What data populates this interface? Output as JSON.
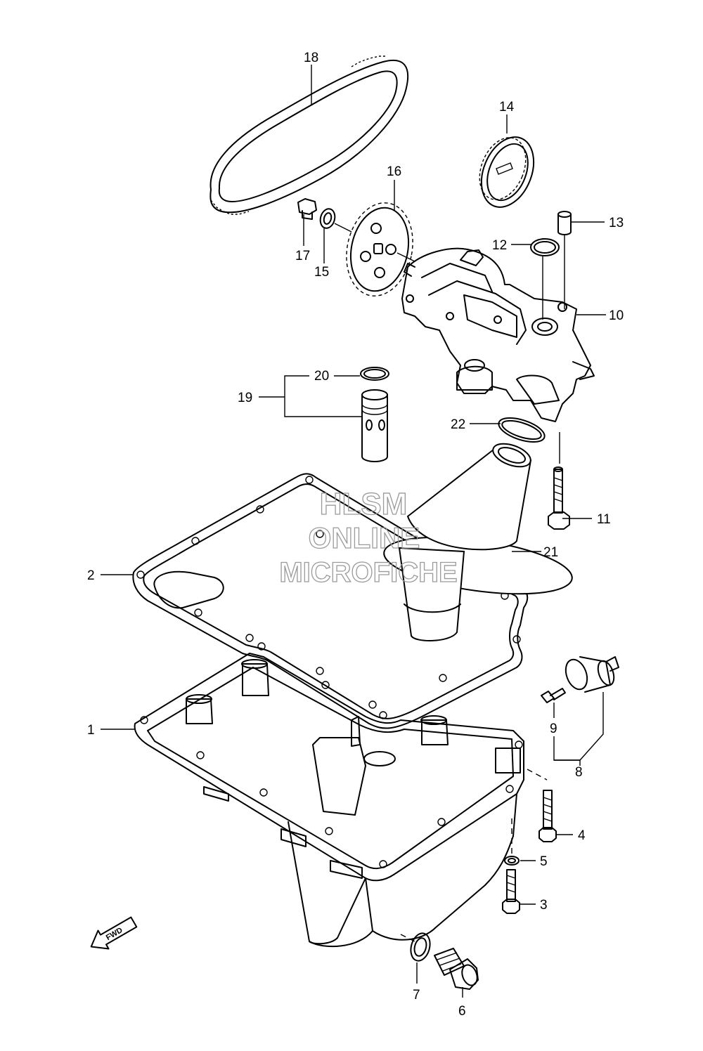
{
  "watermark": {
    "line1": "HLSM",
    "line2": "ONLINE",
    "line3": "MICROFICHE",
    "color": "#9a9a9a"
  },
  "fwd_label": "FWD",
  "callouts": {
    "c1": "1",
    "c2": "2",
    "c3": "3",
    "c4": "4",
    "c5": "5",
    "c6": "6",
    "c7": "7",
    "c8": "8",
    "c9": "9",
    "c10": "10",
    "c11": "11",
    "c12": "12",
    "c13": "13",
    "c14": "14",
    "c15": "15",
    "c16": "16",
    "c17": "17",
    "c18": "18",
    "c19": "19",
    "c20": "20",
    "c21": "21",
    "c22": "22"
  }
}
